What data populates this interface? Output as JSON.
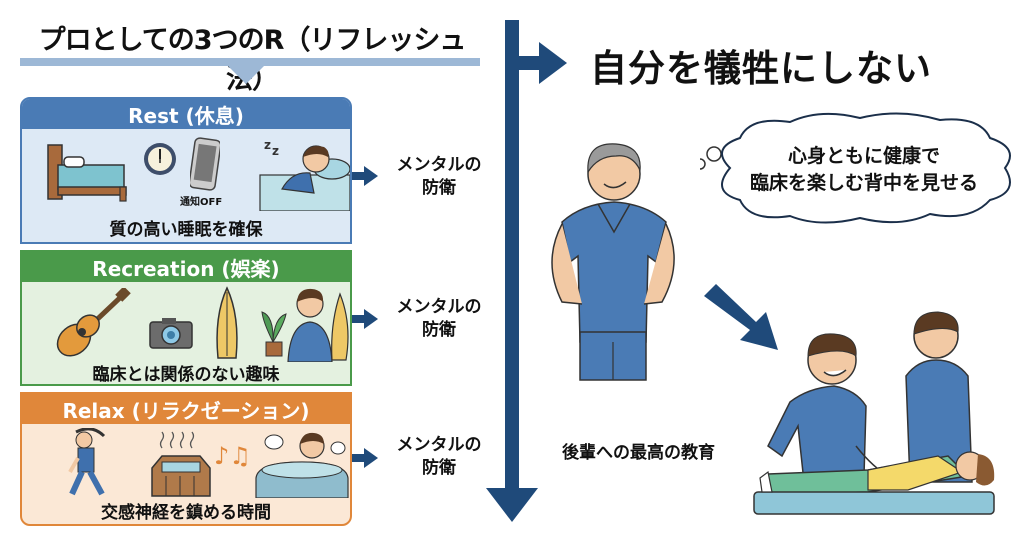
{
  "left_panel": {
    "title": "プロとしての3つのR（リフレッシュ法）",
    "sections": [
      {
        "key": "rest",
        "header": "Rest (休息)",
        "caption": "質の高い睡眠を確保",
        "icons": [
          "bed-icon",
          "clock-icon",
          "smartphone-icon",
          "sleeping-person-icon"
        ],
        "mini_label": "通知OFF",
        "color": "#4a7bb5",
        "outcome": "メンタルの\n防衛"
      },
      {
        "key": "recreation",
        "header": "Recreation (娯楽)",
        "caption": "臨床とは関係のない趣味",
        "icons": [
          "guitar-icon",
          "camera-icon",
          "surfboard-icon",
          "plant-icon",
          "person-with-surfboard-icon"
        ],
        "color": "#4a9a4a",
        "outcome": "メンタルの\n防衛"
      },
      {
        "key": "relax",
        "header": "Relax (リラクゼーション)",
        "caption": "交感神経を鎮める時間",
        "icons": [
          "stretching-person-icon",
          "sauna-icon",
          "music-notes-icon",
          "bath-person-icon"
        ],
        "color": "#e0873a",
        "outcome": "メンタルの\n防衛"
      }
    ],
    "outcome_line1": "メンタルの",
    "outcome_line2": "防衛"
  },
  "right_panel": {
    "title": "自分を犠牲にしない",
    "thought_line1": "心身ともに健康で",
    "thought_line2": "臨床を楽しむ背中を見せる",
    "education_label": "後輩への最高の教育"
  },
  "colors": {
    "arrow": "#1f4a7a",
    "title_bar": "#9db8d6",
    "scrubs": "#4a7bb5"
  }
}
